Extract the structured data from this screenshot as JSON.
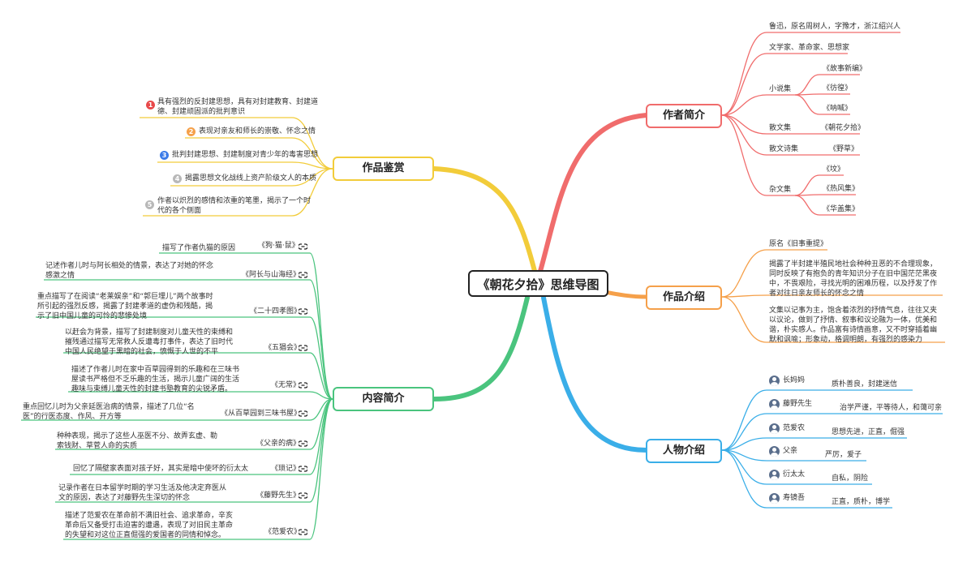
{
  "center": "《朝花夕拾》思维导图",
  "branches": {
    "author": {
      "title": "作者简介",
      "color": "#f06c6c",
      "items": {
        "intro": "鲁迅，原名周树人，字豫才，浙江绍兴人",
        "roles": "文学家、革命家、思想家",
        "novels_label": "小说集",
        "novels": [
          "《故事新编》",
          "《彷徨》",
          "《呐喊》"
        ],
        "prose_label": "散文集",
        "prose": "《朝花夕拾》",
        "poem_label": "散文诗集",
        "poem": "《野草》",
        "essay_label": "杂文集",
        "essays": [
          "《坟》",
          "《热风集》",
          "《华盖集》"
        ]
      }
    },
    "work": {
      "title": "作品介绍",
      "color": "#f5a04a",
      "items": [
        "原名《旧事重提》",
        "揭露了半封建半殖民地社会种种丑恶的不合理现象，同时反映了有抱负的青年知识分子在旧中国茫茫黑夜中，不畏艰险，寻找光明的困难历程，以及抒发了作者对往日亲友师长的怀念之情",
        "文集以记事为主，饱含着浓烈的抒情气息，往往又夹以议论，做到了抒情、叙事和议论融为一体，优美和谐，朴实感人。作品富有诗情画意，又不时穿插着幽默和讽喻；形象动，格调明朗，有强烈的感染力"
      ]
    },
    "characters": {
      "title": "人物介绍",
      "color": "#3aaee8",
      "items": [
        {
          "name": "长妈妈",
          "desc": "质朴善良，封建迷信"
        },
        {
          "name": "藤野先生",
          "desc": "治学严谨，平等待人，和蔼可亲"
        },
        {
          "name": "范爱农",
          "desc": "思想先进，正直，倔强"
        },
        {
          "name": "父亲",
          "desc": "严厉，爱子"
        },
        {
          "name": "衍太太",
          "desc": "自私，阴险"
        },
        {
          "name": "寿镜吾",
          "desc": "正直，质朴，博学"
        }
      ]
    },
    "appreciation": {
      "title": "作品鉴赏",
      "color": "#f2cc3a",
      "items": [
        {
          "num": "1",
          "text": "具有强烈的反封建思想，具有对封建教育、封建道德、封建顽固派的批判意识",
          "color": "#e8494a"
        },
        {
          "num": "2",
          "text": "表现对亲友和师长的崇敬、怀念之情",
          "color": "#f5a04a"
        },
        {
          "num": "3",
          "text": "批判封建思想、封建制度对青少年的毒害思想",
          "color": "#3a7be8"
        },
        {
          "num": "4",
          "text": "揭露思想文化战线上资产阶级文人的本质",
          "color": "#b8b8b8"
        },
        {
          "num": "5",
          "text": "作者以炽烈的感情和浓重的笔墨，揭示了一个时代的各个侧面",
          "color": "#b8b8b8"
        }
      ]
    },
    "content": {
      "title": "内容简介",
      "color": "#4ac47e",
      "items": [
        {
          "title": "《狗·猫·鼠》",
          "desc": "描写了作者仇猫的原因"
        },
        {
          "title": "《阿长与山海经》",
          "desc": "记述作者儿时与阿长相处的情景，表达了对她的怀念感激之情"
        },
        {
          "title": "《二十四孝图》",
          "desc": "重点描写了在阅读“老莱娱亲”和“郭巨埋儿”两个故事时所引起的强烈反感，揭露了封建孝道的虚伪和残酷，揭示了旧中国儿童的可怜的悲惨处境"
        },
        {
          "title": "《五猖会》",
          "desc": "以赶会为背景，描写了封建制度对儿童天性的束缚和摧残通过描写无常救人反遭毒打事件，表达了旧时代中国人民绝望于黑暗的社会，愤慨于人世的不平"
        },
        {
          "title": "《无常》",
          "desc": "描述了作者儿时在家中百草园得到的乐趣和在三味书屋读书严格但不乏乐趣的生活，揭示儿童广阔的生活趣味与束缚儿童天性的封建书塾教育的尖锐矛盾。"
        },
        {
          "title": "《从百草园到三味书屋》",
          "desc": "重点回忆儿时为父亲延医治病的情景，描述了几位“名医”的行医态度、作风、开方等"
        },
        {
          "title": "《父亲的病》",
          "desc": "种种表现，揭示了这些人巫医不分、故弄玄虚、勒索钱财、草菅人命的实质"
        },
        {
          "title": "《琐记》",
          "desc": "回忆了隔壁家表面对孩子好，其实是暗中使坏的衍太太"
        },
        {
          "title": "《藤野先生》",
          "desc": "记录作者在日本留学时期的学习生活及他决定弃医从文的原因，表达了对藤野先生深切的怀念"
        },
        {
          "title": "《范爱农》",
          "desc": "描述了范爱农在革命前不满旧社会、追求革命，辛亥革命后又备受打击迫害的遭遇，表现了对旧民主革命的失望和对这位正直倔强的爱国者的同情和悼念。"
        }
      ]
    }
  }
}
